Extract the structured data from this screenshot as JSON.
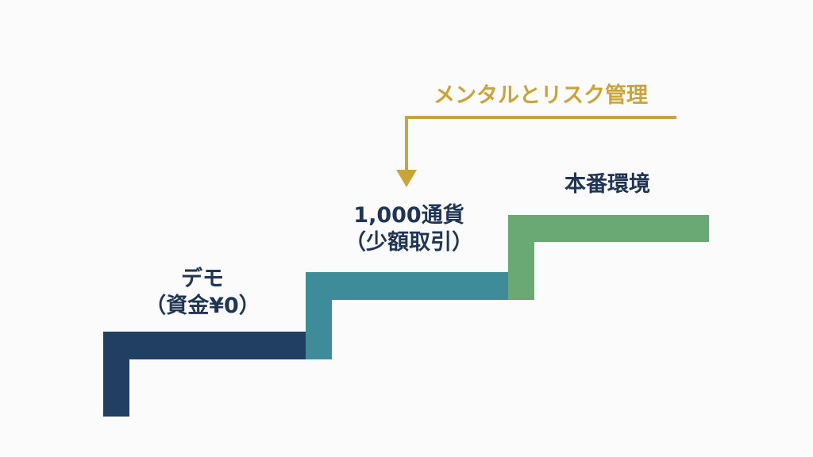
{
  "steps": [
    {
      "line1": "デモ",
      "line2": "（資金¥0）",
      "color": "#203f62"
    },
    {
      "line1": "1,000通貨",
      "line2": "（少額取引）",
      "color": "#3e8b9a"
    },
    {
      "line1": "本番環境",
      "line2": "",
      "color": "#6aa874"
    }
  ],
  "annotation": {
    "text": "メンタルとリスク管理",
    "color": "#c9a43a"
  },
  "colors": {
    "background": "#fbfbfb",
    "step_text": "#1f3553"
  }
}
